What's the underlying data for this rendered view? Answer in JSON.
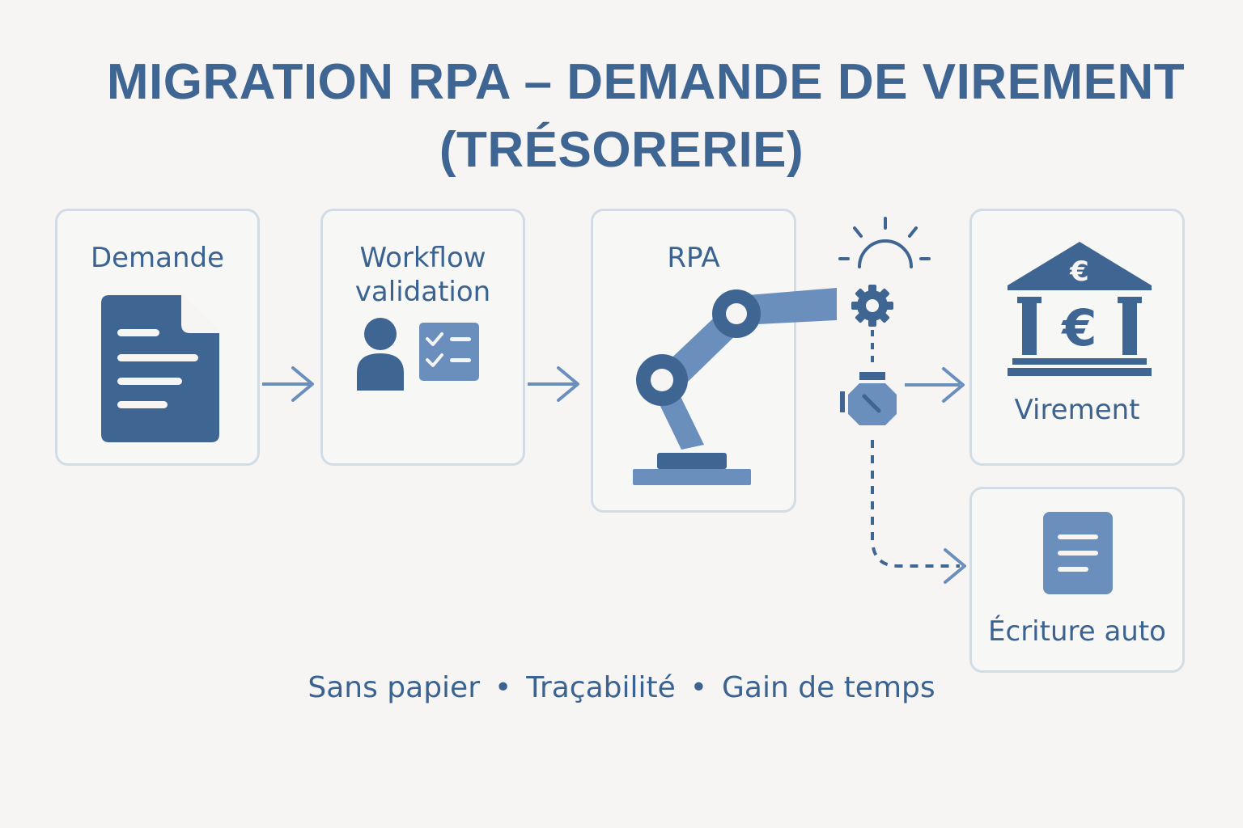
{
  "title": {
    "line1": "MIGRATION RPA – DEMANDE DE VIREMENT",
    "line2": "(TRÉSORERIE)"
  },
  "steps": {
    "demande": {
      "label": "Demande",
      "icon": "document-icon"
    },
    "workflow": {
      "label_line1": "Workflow",
      "label_line2": "validation",
      "icons": [
        "person-icon",
        "checklist-icon"
      ]
    },
    "rpa": {
      "label": "RPA",
      "icon": "robot-arm-icon"
    },
    "virement": {
      "label": "Virement",
      "icon": "bank-euro-icon"
    },
    "ecriture": {
      "label": "Écriture auto",
      "icon": "document-lines-icon"
    }
  },
  "connector_icons": [
    "idea-lightbulb-icon",
    "gear-icon",
    "stopwatch-icon"
  ],
  "footer": {
    "items": [
      "Sans papier",
      "Traçabilité",
      "Gain de temps"
    ],
    "separator": "•"
  },
  "colors": {
    "primary": "#3f6593",
    "secondary": "#6a8fbd",
    "box_border": "#d3dbe5",
    "background": "#f6f5f3"
  }
}
